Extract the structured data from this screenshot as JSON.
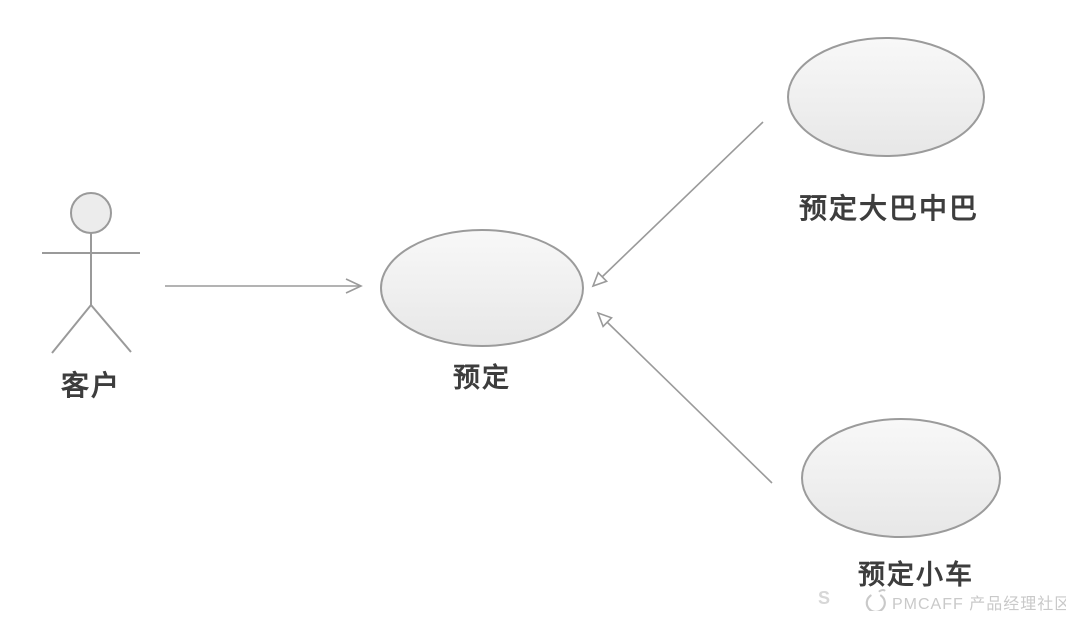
{
  "diagram": {
    "type": "uml-use-case",
    "actor": {
      "label": "客户"
    },
    "use_cases": {
      "center": {
        "label": "预定"
      },
      "top_right": {
        "label": "预定大巴中巴"
      },
      "bottom_right": {
        "label": "预定小车"
      }
    },
    "connectors": [
      {
        "from": "actor",
        "to": "center",
        "style": "open-arrow"
      },
      {
        "from": "top_right",
        "to": "center",
        "style": "hollow-triangle-arrow"
      },
      {
        "from": "bottom_right",
        "to": "center",
        "style": "hollow-triangle-arrow"
      }
    ],
    "icons": {
      "actor": "stick-figure",
      "watermark_logo": "open-circle-swoosh"
    },
    "colors": {
      "background": "#ffffff",
      "connector": "#9a9a9a",
      "shape_stroke": "#9b9b9b",
      "shape_fill_top": "#f8f8f8",
      "shape_fill_bottom": "#e7e7e7",
      "label_text": "#3d3d3d",
      "watermark": "#c9c9c9"
    }
  },
  "watermark": {
    "stray_letter": "S",
    "label": "PMCAFF 产品经理社区"
  }
}
